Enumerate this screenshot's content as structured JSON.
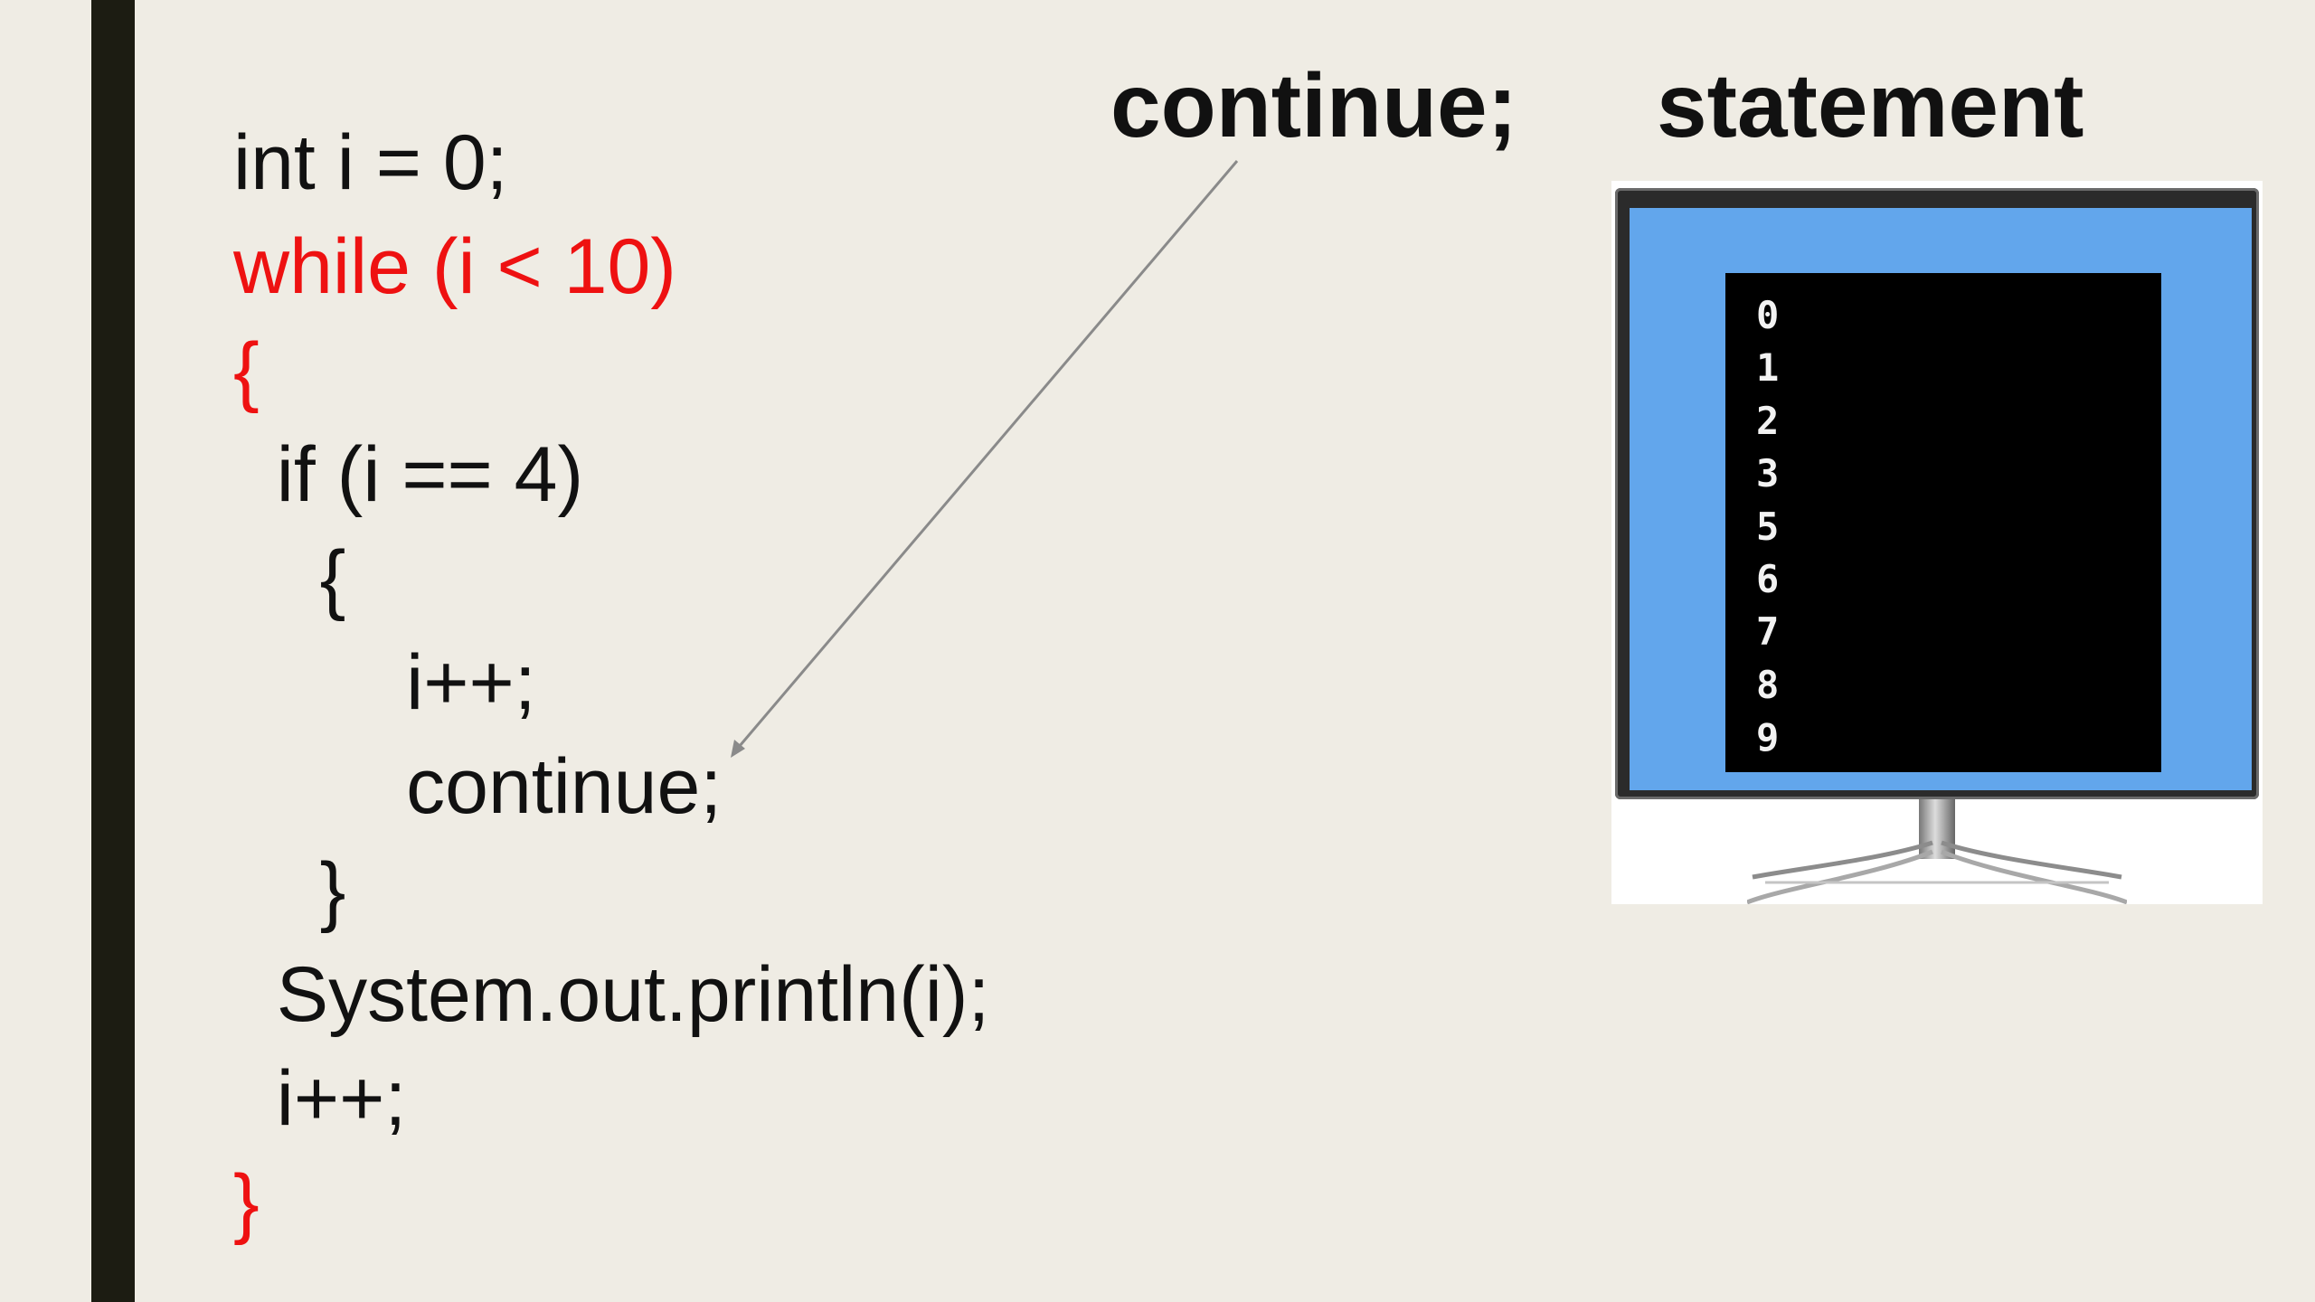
{
  "heading": {
    "keyword": "continue;",
    "word": "statement"
  },
  "code_lines": [
    "int i = 0;",
    "while (i < 10)",
    "{",
    "  if (i == 4)",
    "    {",
    "        i++;",
    "        continue;",
    "    }",
    "  System.out.println(i);",
    "  i++;",
    "}"
  ],
  "output_lines": [
    "0",
    "1",
    "2",
    "3",
    "5",
    "6",
    "7",
    "8",
    "9"
  ],
  "colors": {
    "background": "#efece4",
    "bar": "#1c1c12",
    "code": "#111111",
    "highlight": "#ee1111",
    "monitor_screen": "#62a6ec",
    "terminal": "#000000",
    "arrow": "#8a8a8a"
  },
  "icons": {
    "arrow": "arrow-pointer-icon",
    "monitor": "monitor-icon"
  }
}
